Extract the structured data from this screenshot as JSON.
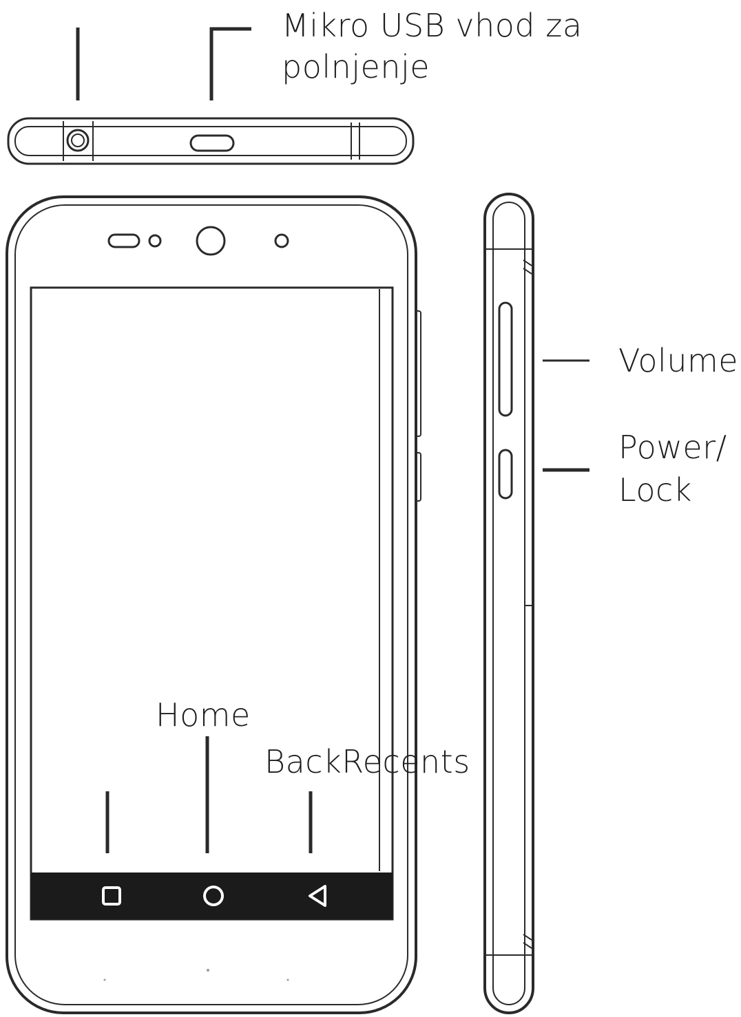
{
  "labels": {
    "usb_line1": "Mikro USB vhod za",
    "usb_line2": "polnjenje",
    "volume": "Volume",
    "power_line1": "Power/",
    "power_line2": "Lock",
    "home": "Home",
    "back_recents": "BackRecents"
  },
  "icons": {
    "recents": "square-icon",
    "home": "circle-icon",
    "back": "triangle-back-icon"
  },
  "colors": {
    "stroke": "#2a2a2a",
    "navbar": "#1b1b1b",
    "background": "#ffffff"
  }
}
